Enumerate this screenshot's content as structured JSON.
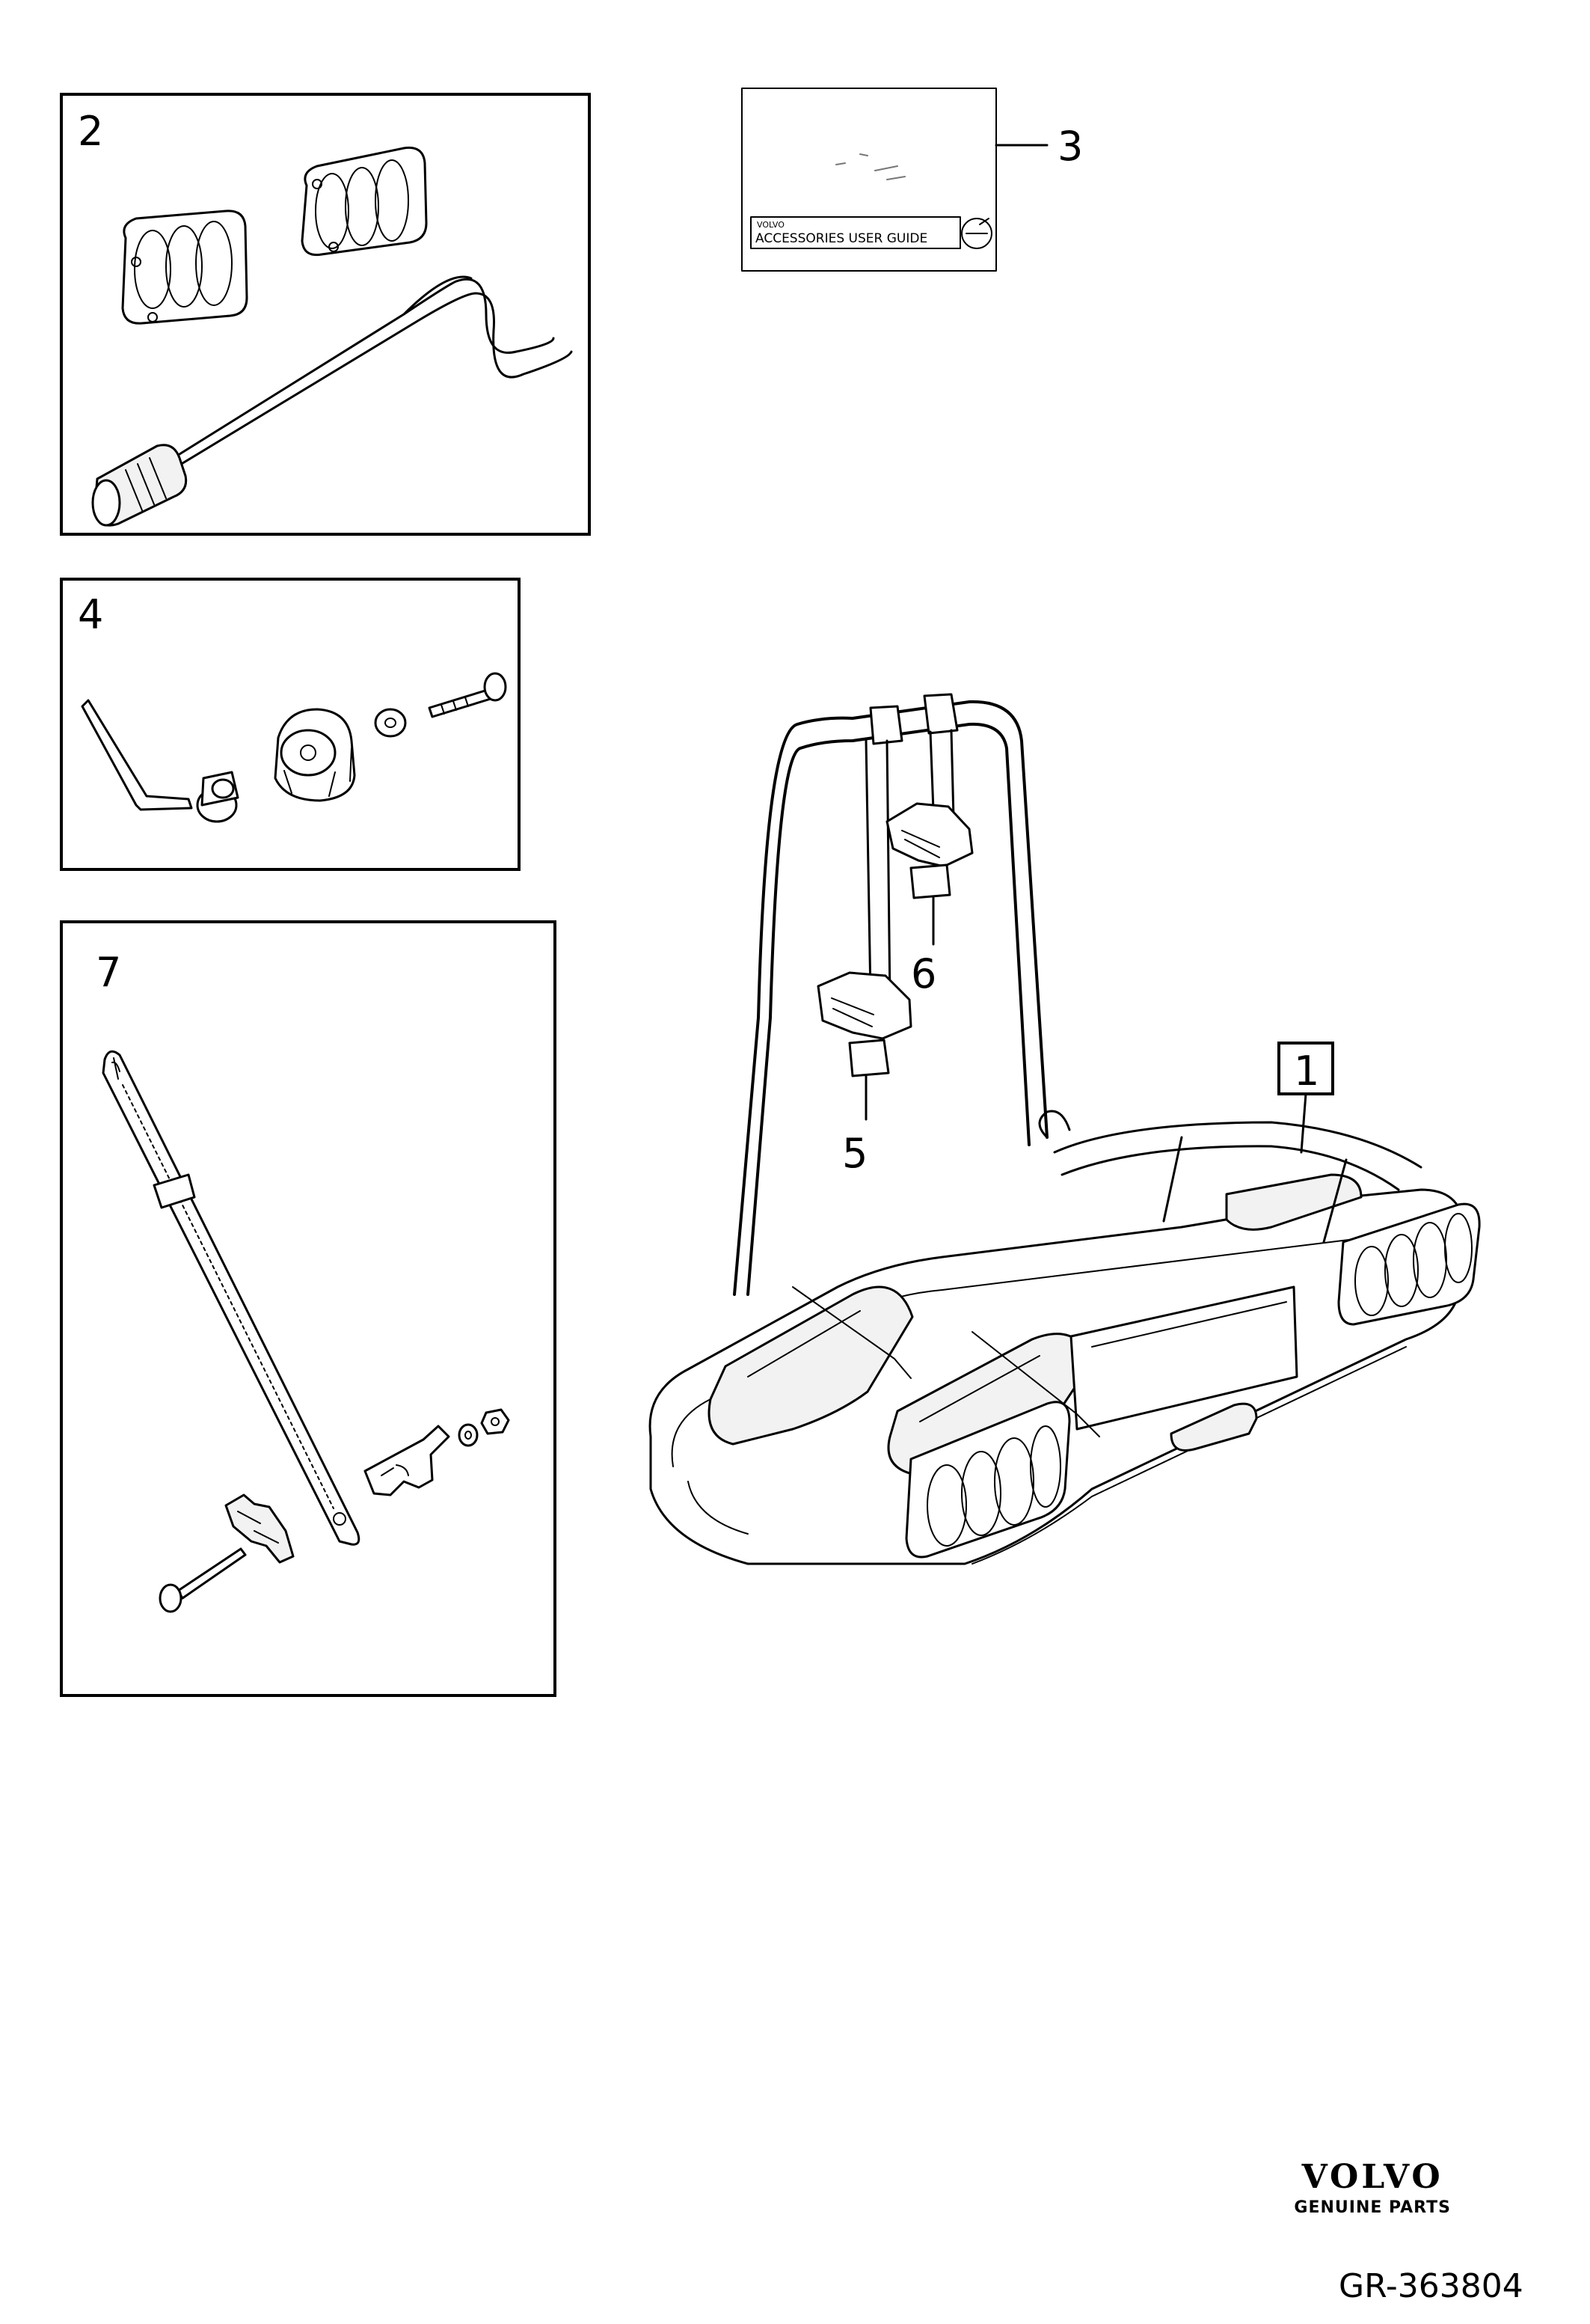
{
  "callouts": {
    "c1": "1",
    "c2": "2",
    "c3": "3",
    "c4": "4",
    "c5": "5",
    "c6": "6",
    "c7": "7"
  },
  "user_guide": {
    "brand_small": "VOLVO",
    "title": "ACCESSORIES USER GUIDE"
  },
  "branding": {
    "logo": "VOLVO",
    "subtitle": "GENUINE PARTS"
  },
  "reference": "GR-363804",
  "colors": {
    "line": "#000000",
    "background": "#ffffff"
  }
}
